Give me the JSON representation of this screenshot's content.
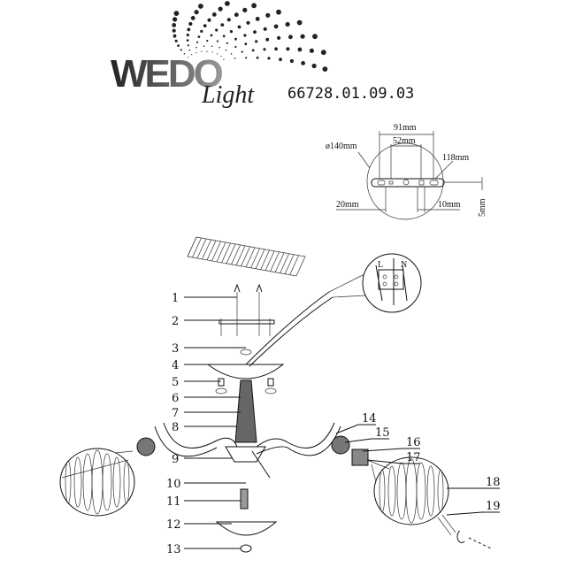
{
  "logo": {
    "brand": "WEDO",
    "script": "Light"
  },
  "model_code": "66728.01.09.03",
  "mount_dimensions": {
    "diameter": "ø140mm",
    "width_outer": "91mm",
    "width_inner": "52mm",
    "length": "118mm",
    "offset_left": "20mm",
    "offset_right": "10mm",
    "thickness": "5mm"
  },
  "wiring_labels": [
    "L",
    "N"
  ],
  "part_numbers_left": [
    "1",
    "2",
    "3",
    "4",
    "5",
    "6",
    "7",
    "8",
    "9",
    "10",
    "11",
    "12",
    "13"
  ],
  "part_numbers_right": [
    "14",
    "15",
    "16",
    "17",
    "18",
    "19"
  ]
}
